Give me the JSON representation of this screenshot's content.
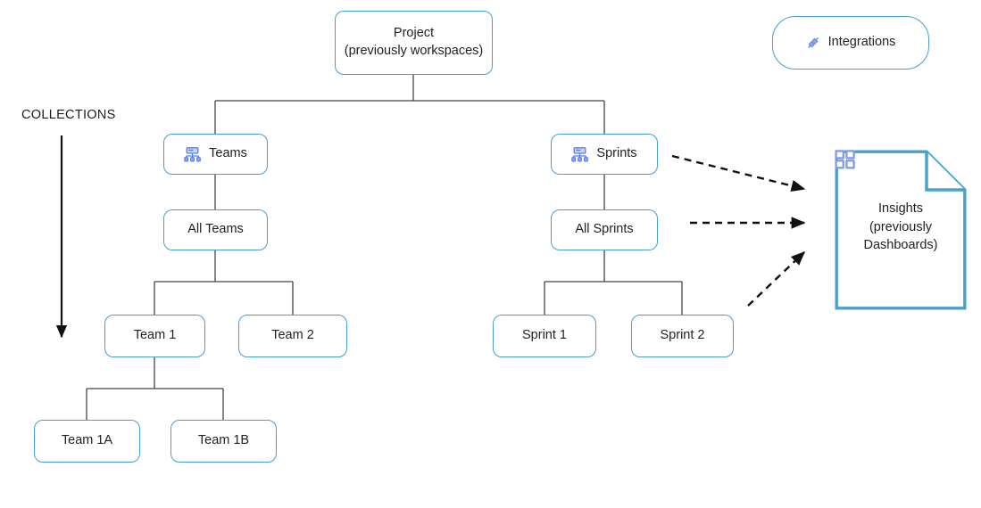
{
  "diagram": {
    "title_note": "COLLECTIONS",
    "colors": {
      "node_border": "#4a9fcb",
      "node_fill": "#ffffff",
      "connector": "#444444",
      "dashed_arrow": "#111111",
      "icon_blue": "#6b8de8",
      "doc_border": "#4a9fcb",
      "text": "#1f1f1f"
    },
    "nodes": {
      "project": {
        "line1": "Project",
        "line2": "(previously workspaces)"
      },
      "integrations": {
        "label": "Integrations",
        "icon": "link-icon"
      },
      "teams": {
        "label": "Teams",
        "icon": "hierarchy-icon"
      },
      "sprints": {
        "label": "Sprints",
        "icon": "hierarchy-icon"
      },
      "all_teams": {
        "label": "All Teams"
      },
      "all_sprints": {
        "label": "All Sprints"
      },
      "team_1": {
        "label": "Team 1"
      },
      "team_2": {
        "label": "Team 2"
      },
      "sprint_1": {
        "label": "Sprint 1"
      },
      "sprint_2": {
        "label": "Sprint 2"
      },
      "team_1a": {
        "label": "Team 1A"
      },
      "team_1b": {
        "label": "Team 1B"
      },
      "insights": {
        "label": "Insights\n(previously\nDashboards)",
        "icon": "grid-icon"
      }
    },
    "annotations": {
      "collections_arrow": "downward-arrow"
    },
    "edges": [
      {
        "from": "project",
        "to": "teams",
        "style": "solid"
      },
      {
        "from": "project",
        "to": "sprints",
        "style": "solid"
      },
      {
        "from": "teams",
        "to": "all_teams",
        "style": "solid"
      },
      {
        "from": "all_teams",
        "to": "team_1",
        "style": "solid"
      },
      {
        "from": "all_teams",
        "to": "team_2",
        "style": "solid"
      },
      {
        "from": "team_1",
        "to": "team_1a",
        "style": "solid"
      },
      {
        "from": "team_1",
        "to": "team_1b",
        "style": "solid"
      },
      {
        "from": "sprints",
        "to": "all_sprints",
        "style": "solid"
      },
      {
        "from": "all_sprints",
        "to": "sprint_1",
        "style": "solid"
      },
      {
        "from": "all_sprints",
        "to": "sprint_2",
        "style": "solid"
      },
      {
        "from": "sprints",
        "to": "insights",
        "style": "dashed"
      },
      {
        "from": "all_sprints",
        "to": "insights",
        "style": "dashed"
      },
      {
        "from": "sprint_2",
        "to": "insights",
        "style": "dashed"
      }
    ]
  }
}
